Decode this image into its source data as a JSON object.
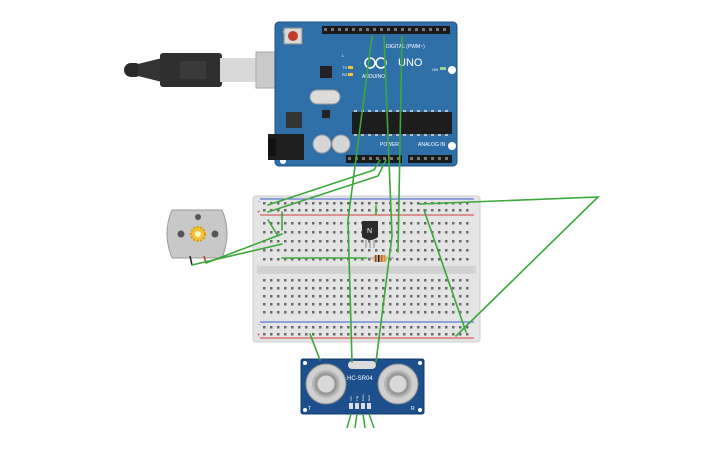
{
  "canvas": {
    "background": "#ffffff"
  },
  "arduino": {
    "brand": "ARDUINO",
    "model": "UNO",
    "digital_header_label": "DIGITAL (PWM~)",
    "power_label": "POWER",
    "analog_label": "ANALOG IN",
    "on_led_label": "ON",
    "tx_label": "TX",
    "rx_label": "RX",
    "l_label": "L",
    "board_color": "#2f6fa8",
    "board_edge_color": "#1f4f80"
  },
  "usb_cable": {
    "plug_color": "#2a2a2a",
    "connector_color": "#d9d9d9"
  },
  "breadboard": {
    "board_color": "#e4e4e4",
    "rail_positive_color": "#d33b3b",
    "rail_negative_color": "#3b5fd3",
    "rail_plus_symbol": "+",
    "rail_minus_symbol": "-"
  },
  "transistor": {
    "label": "N",
    "body_color": "#2b2b2b"
  },
  "resistor": {
    "body_color": "#d9b08c",
    "bands": [
      "#8b4a1a",
      "#1a1a1a",
      "#d35f00",
      "#c8a235"
    ]
  },
  "dc_motor": {
    "housing_color": "#c8c8c8",
    "shaft_color": "#f3c13a"
  },
  "ultrasonic_sensor": {
    "label": "HC-SR04",
    "board_color": "#1d4f8c",
    "pin_labels": [
      "Vcc",
      "Trig",
      "Echo",
      "Gnd"
    ],
    "left_mark": "T",
    "right_mark": "R"
  },
  "wires": {
    "color": "#3aa83a"
  }
}
